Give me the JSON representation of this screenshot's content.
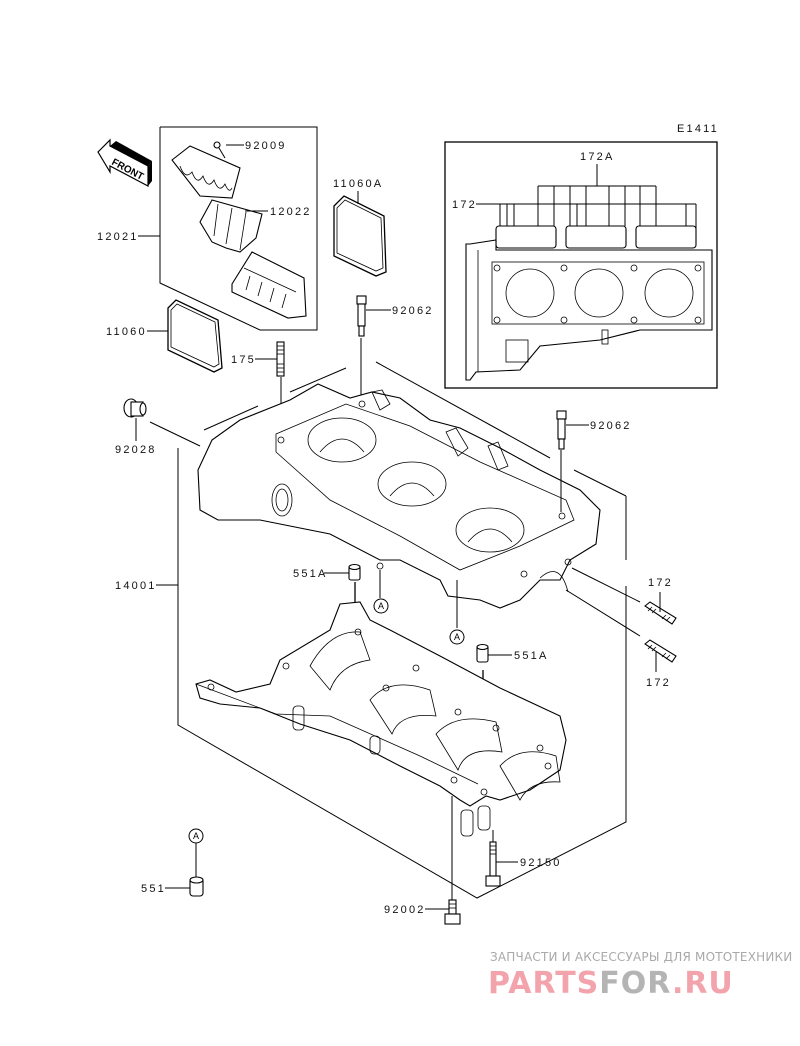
{
  "diagram": {
    "code": "E1411",
    "front_arrow": "FRONT",
    "ref_marker": "A",
    "parts": {
      "p92009": "92009",
      "p12022": "12022",
      "p12021": "12021",
      "p11060A": "11060A",
      "p11060": "11060",
      "p92062_top": "92062",
      "p175": "175",
      "p92028": "92028",
      "p92062_right": "92062",
      "p14001": "14001",
      "p551A_left": "551A",
      "p551A_right": "551A",
      "p172_upper": "172",
      "p172_lower": "172",
      "p172A_inset": "172A",
      "p172_inset": "172",
      "p92150": "92150",
      "p551": "551",
      "p92002": "92002"
    }
  },
  "watermark": {
    "tagline": "ЗАПЧАСТИ И АКСЕССУАРЫ ДЛЯ МОТОТЕХНИКИ",
    "logo_part1": "PARTS",
    "logo_part2": "FOR",
    "logo_part3": ".RU"
  }
}
